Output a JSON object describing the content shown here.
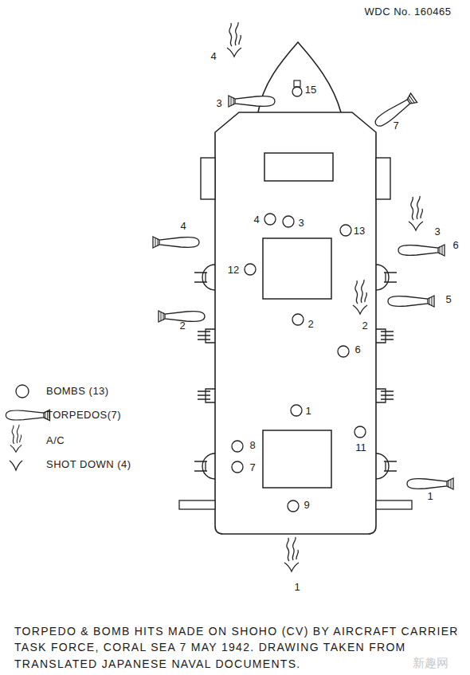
{
  "diagram": {
    "caption": "TORPEDO & BOMB HITS MADE ON SHOHO (CV) BY AIRCRAFT CARRIER TASK FORCE, CORAL SEA 7 MAY 1942. DRAWING TAKEN FROM TRANSLATED JAPANESE NAVAL DOCUMENTS.",
    "labels": [
      "WDC No. 160465",
      "15",
      "4",
      "3",
      "13",
      "12",
      "2",
      "6",
      "1",
      "11",
      "8",
      "7",
      "9",
      "1",
      "2",
      "3",
      "4",
      "5",
      "6",
      "7",
      "1",
      "2",
      "3",
      "4",
      "新趣网"
    ],
    "legend": [
      {
        "text": "BOMBS (13)"
      },
      {
        "text": "TORPEDOS(7)"
      },
      {
        "text": "A/C"
      },
      {
        "text": "SHOT DOWN (4)"
      }
    ]
  }
}
